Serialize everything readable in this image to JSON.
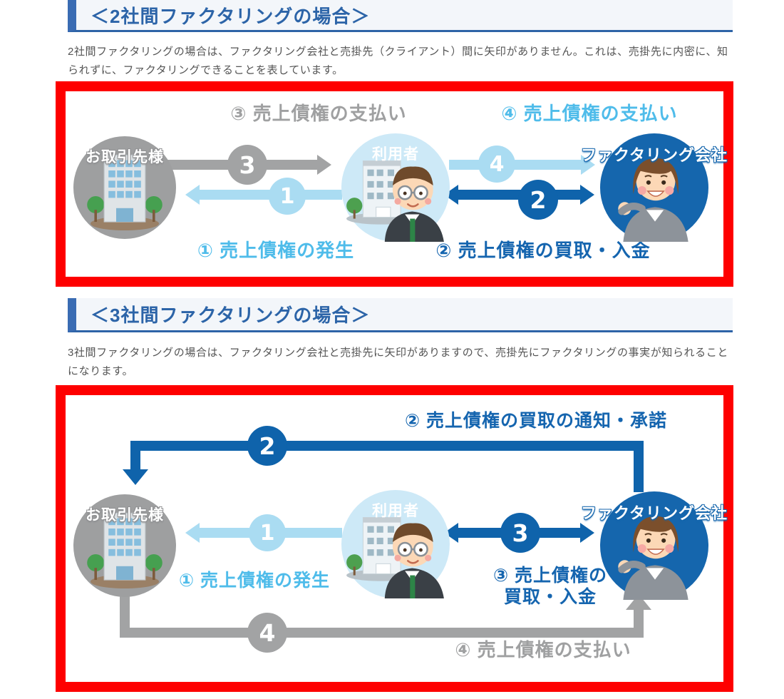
{
  "colors": {
    "red_frame": "#fe0000",
    "heading_text": "#2c64a8",
    "heading_bar": "#3a6cb3",
    "heading_bg": "#f3f6fa",
    "body_text": "#555555",
    "arrow_gray": "#a2a3a4",
    "arrow_light_blue": "#aadcf2",
    "arrow_dark_blue": "#0f63ab",
    "label_light_blue": "#4fbcea",
    "label_dark_blue": "#1565af",
    "label_gray": "#9fa0a1",
    "client_circle": "#9e9fa0",
    "user_circle": "#cde9f7",
    "factor_circle": "#1566ad"
  },
  "section1": {
    "heading": "＜2社間ファクタリングの場合＞",
    "paragraph": "2社間ファクタリングの場合は、ファクタリング会社と売掛先（クライアント）間に矢印がありません。これは、売掛先に内密に、知られずに、ファクタリングできることを表しています。",
    "diagram": {
      "entities": {
        "client": "お取引先様",
        "user": "利用者",
        "factor": "ファクタリング会社"
      },
      "labels": {
        "step3": "③ 売上債権の支払い",
        "step4": "④ 売上債権の支払い",
        "step1": "① 売上債権の発生",
        "step2": "② 売上債権の買取・入金"
      },
      "badges": {
        "b1": "1",
        "b2": "2",
        "b3": "3",
        "b4": "4"
      }
    }
  },
  "section2": {
    "heading": "＜3社間ファクタリングの場合＞",
    "paragraph": "3社間ファクタリングの場合は、ファクタリング会社と売掛先に矢印がありますので、売掛先にファクタリングの事実が知られることになります。",
    "diagram": {
      "entities": {
        "client": "お取引先様",
        "user": "利用者",
        "factor": "ファクタリング会社"
      },
      "labels": {
        "step2": "② 売上債権の買取の通知・承諾",
        "step1": "① 売上債権の発生",
        "step3_line1": "③ 売上債権の",
        "step3_line2": "買取・入金",
        "step4": "④ 売上債権の支払い"
      },
      "badges": {
        "b1": "1",
        "b2": "2",
        "b3": "3",
        "b4": "4"
      }
    }
  }
}
